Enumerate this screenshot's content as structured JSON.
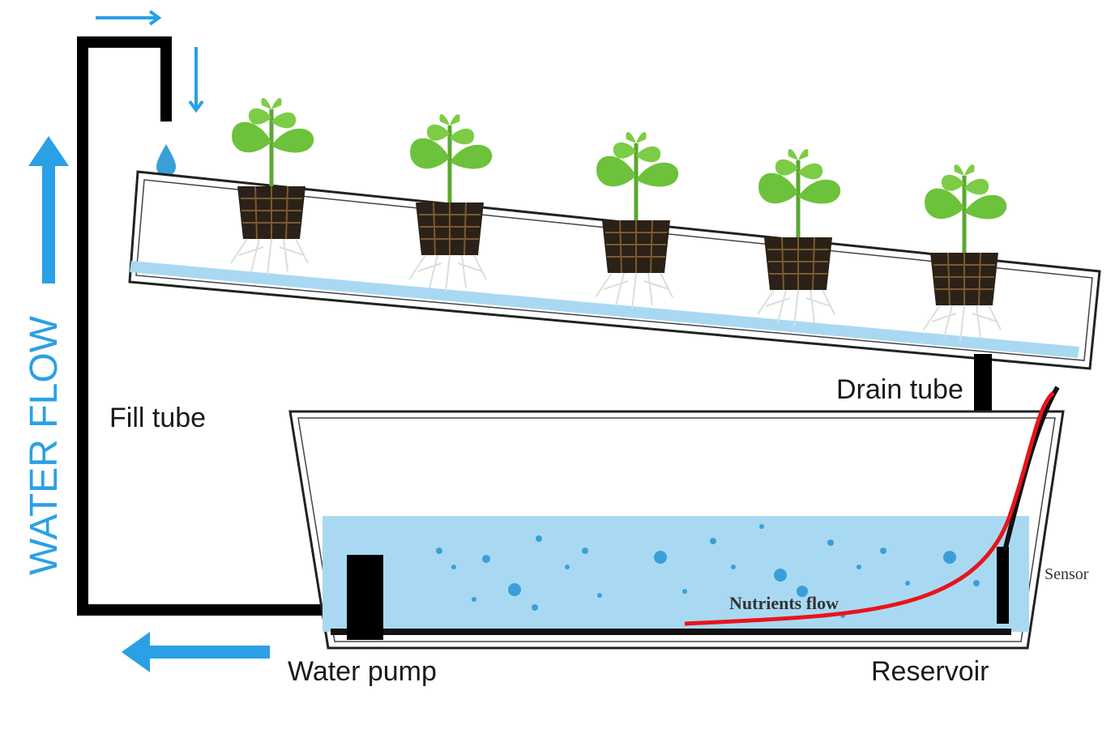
{
  "labels": {
    "water_flow": "WATER FLOW",
    "fill_tube": "Fill tube",
    "drain_tube": "Drain tube",
    "water_pump": "Water pump",
    "reservoir": "Reservoir",
    "sensor": "Sensor",
    "nutrients_flow": "Nutrients flow"
  },
  "plants": [
    "plant",
    "plant",
    "plant",
    "plant",
    "plant"
  ],
  "colors": {
    "flow_arrow": "#2aa0e6",
    "water": "#a9d9f2",
    "leaf": "#6cc23a",
    "tube": "#000000",
    "nutrient_line": "#e8141b"
  }
}
